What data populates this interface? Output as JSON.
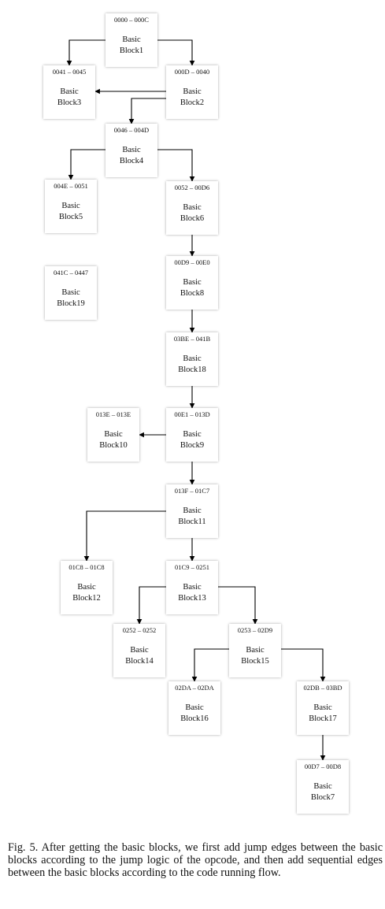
{
  "diagram": {
    "blocks": [
      {
        "id": "b1",
        "range": "0000 – 000C",
        "line1": "Basic",
        "line2": "Block1"
      },
      {
        "id": "b3",
        "range": "0041 – 0045",
        "line1": "Basic",
        "line2": "Block3"
      },
      {
        "id": "b2",
        "range": "000D – 0040",
        "line1": "Basic",
        "line2": "Block2"
      },
      {
        "id": "b4",
        "range": "0046 – 004D",
        "line1": "Basic",
        "line2": "Block4"
      },
      {
        "id": "b5",
        "range": "004E – 0051",
        "line1": "Basic",
        "line2": "Block5"
      },
      {
        "id": "b6",
        "range": "0052 – 00D6",
        "line1": "Basic",
        "line2": "Block6"
      },
      {
        "id": "b19",
        "range": "041C – 0447",
        "line1": "Basic",
        "line2": "Block19"
      },
      {
        "id": "b8",
        "range": "00D9 – 00E0",
        "line1": "Basic",
        "line2": "Block8"
      },
      {
        "id": "b18",
        "range": "03BE – 041B",
        "line1": "Basic",
        "line2": "Block18"
      },
      {
        "id": "b10",
        "range": "013E – 013E",
        "line1": "Basic",
        "line2": "Block10"
      },
      {
        "id": "b9",
        "range": "00E1 – 013D",
        "line1": "Basic",
        "line2": "Block9"
      },
      {
        "id": "b11",
        "range": "013F – 01C7",
        "line1": "Basic",
        "line2": "Block11"
      },
      {
        "id": "b12",
        "range": "01C8 – 01C8",
        "line1": "Basic",
        "line2": "Block12"
      },
      {
        "id": "b13",
        "range": "01C9 – 0251",
        "line1": "Basic",
        "line2": "Block13"
      },
      {
        "id": "b14",
        "range": "0252 – 0252",
        "line1": "Basic",
        "line2": "Block14"
      },
      {
        "id": "b15",
        "range": "0253 – 02D9",
        "line1": "Basic",
        "line2": "Block15"
      },
      {
        "id": "b16",
        "range": "02DA – 02DA",
        "line1": "Basic",
        "line2": "Block16"
      },
      {
        "id": "b17",
        "range": "02DB – 03BD",
        "line1": "Basic",
        "line2": "Block17"
      },
      {
        "id": "b7",
        "range": "00D7 – 00D8",
        "line1": "Basic",
        "line2": "Block7"
      }
    ],
    "edges": [
      {
        "from": "b1",
        "to": "b3"
      },
      {
        "from": "b1",
        "to": "b2"
      },
      {
        "from": "b2",
        "to": "b3"
      },
      {
        "from": "b2",
        "to": "b4"
      },
      {
        "from": "b4",
        "to": "b5"
      },
      {
        "from": "b4",
        "to": "b6"
      },
      {
        "from": "b6",
        "to": "b8"
      },
      {
        "from": "b8",
        "to": "b18"
      },
      {
        "from": "b18",
        "to": "b9"
      },
      {
        "from": "b9",
        "to": "b10"
      },
      {
        "from": "b9",
        "to": "b11"
      },
      {
        "from": "b11",
        "to": "b12"
      },
      {
        "from": "b11",
        "to": "b13"
      },
      {
        "from": "b13",
        "to": "b14"
      },
      {
        "from": "b13",
        "to": "b15"
      },
      {
        "from": "b15",
        "to": "b16"
      },
      {
        "from": "b15",
        "to": "b17"
      },
      {
        "from": "b17",
        "to": "b7"
      }
    ],
    "colors": {
      "line": "#000000",
      "box_shadow": "#d0d0d0",
      "box_fill": "#ffffff"
    }
  },
  "caption": "Fig. 5.  After getting the basic blocks, we first add jump edges between the basic blocks according to the jump logic of the opcode, and then add sequential edges between the basic blocks according to the code running flow."
}
